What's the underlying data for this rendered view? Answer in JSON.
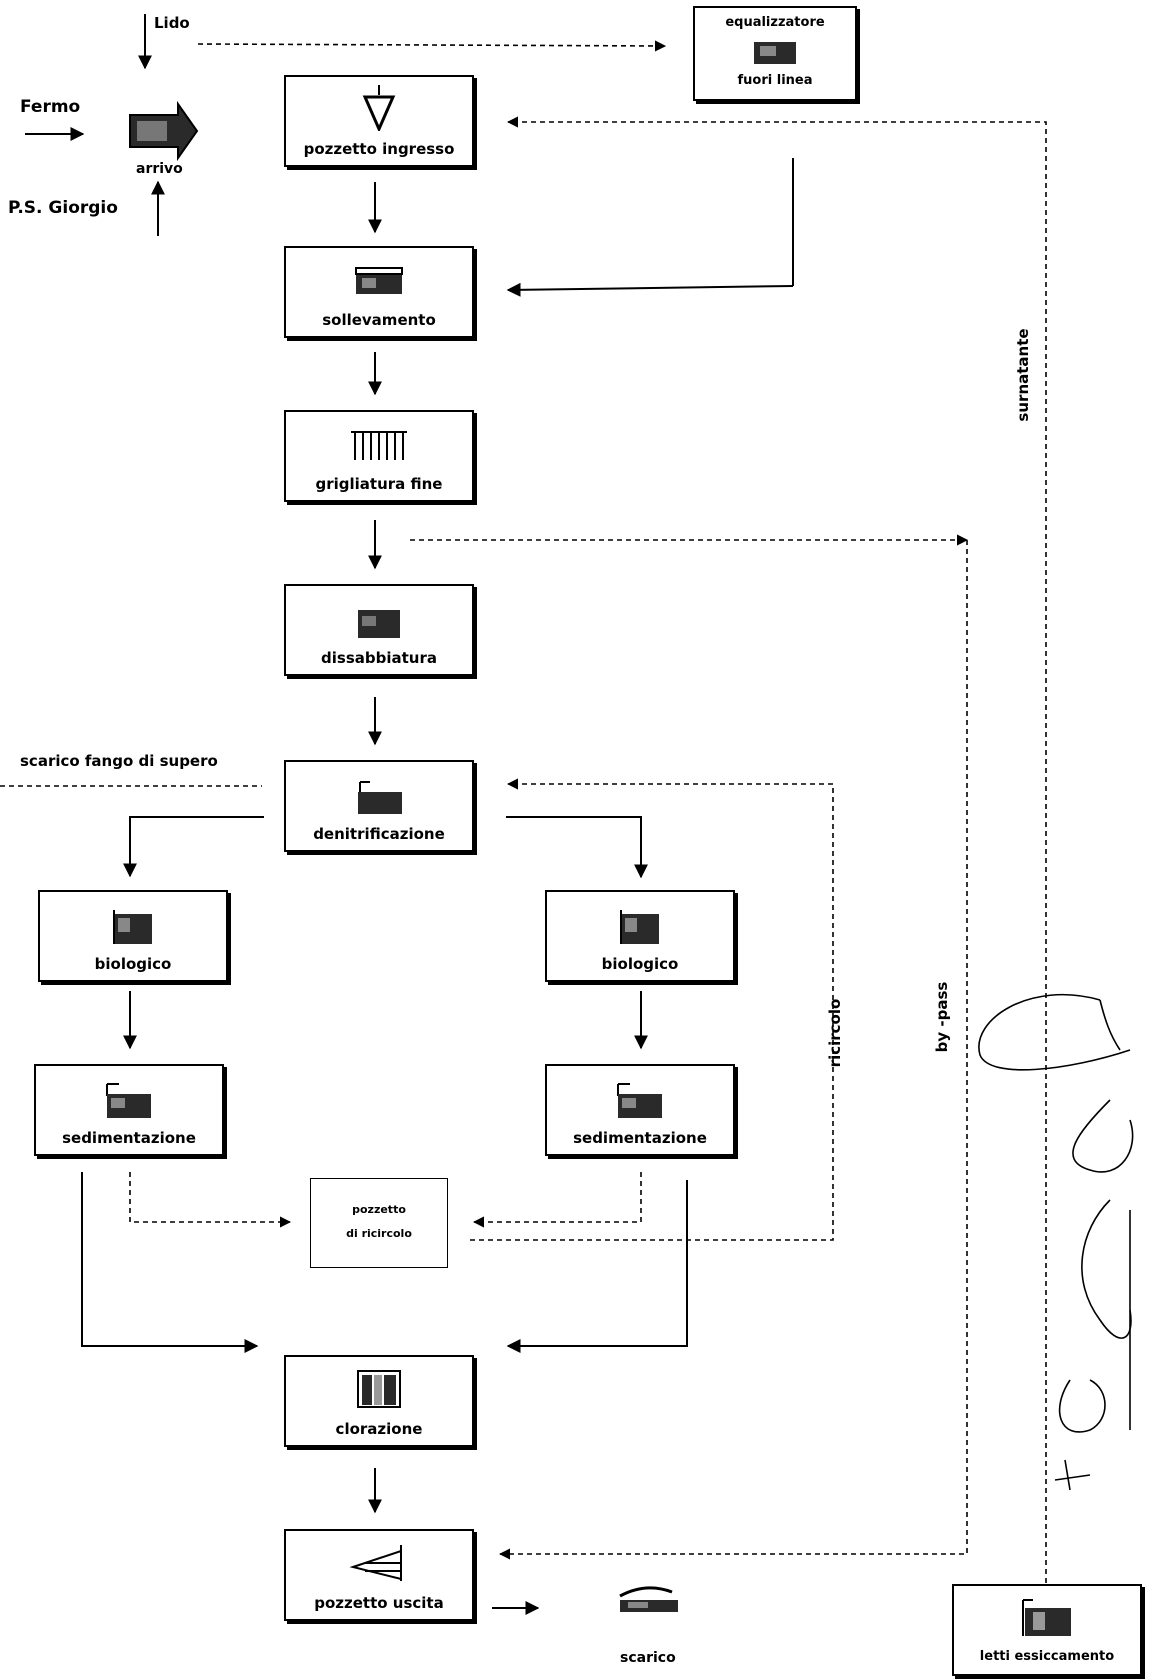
{
  "inputs": {
    "lido": "Lido",
    "fermo": "Fermo",
    "ps_giorgio": "P.S. Giorgio",
    "arrivo": "arrivo"
  },
  "units": {
    "equalizzatore_line1": "equalizzatore",
    "equalizzatore_line2": "fuori linea",
    "pozzetto_ingresso": "pozzetto ingresso",
    "sollevamento": "sollevamento",
    "grigliatura": "grigliatura fine",
    "dissabbiatura": "dissabbiatura",
    "denitrificazione": "denitrificazione",
    "biologico_left": "biologico",
    "biologico_right": "biologico",
    "sedimentazione_left": "sedimentazione",
    "sedimentazione_right": "sedimentazione",
    "pozzetto_ricircolo_line1": "pozzetto",
    "pozzetto_ricircolo_line2": "di ricircolo",
    "clorazione": "clorazione",
    "pozzetto_uscita": "pozzetto uscita",
    "letti": "letti essiccamento",
    "scarico": "scarico"
  },
  "flows": {
    "scarico_fango": "scarico fango di supero",
    "ricircolo": "ricircolo",
    "by_pass": "by -pass",
    "surnatante": "surnatante"
  },
  "colors": {
    "ink": "#000000",
    "paper": "#ffffff",
    "icon_fill": "#2a2a2a"
  }
}
